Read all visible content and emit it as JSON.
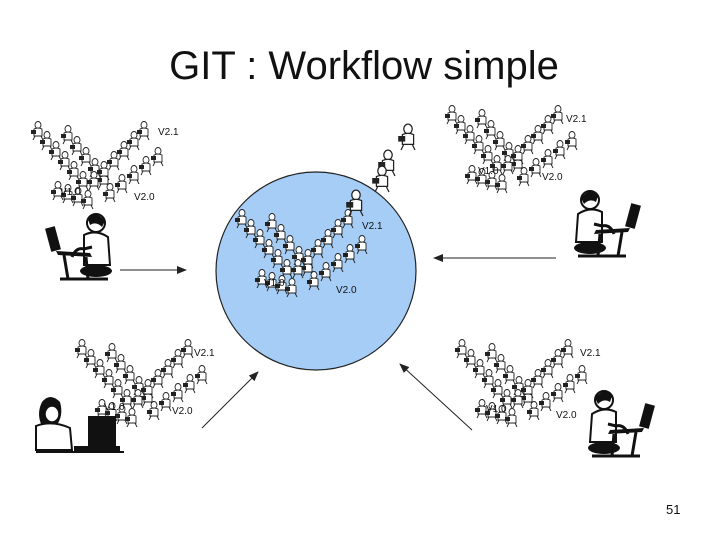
{
  "slide": {
    "title": "GIT : Workflow simple",
    "page_number": "51"
  },
  "repositories": [
    {
      "id": "top-left",
      "version_labels": [
        "V1.0",
        "V2.0",
        "V2.1"
      ]
    },
    {
      "id": "top-right",
      "version_labels": [
        "V1.0",
        "V2.0",
        "V2.1"
      ]
    },
    {
      "id": "central",
      "version_labels": [
        "V1.0",
        "V2.0",
        "V2.1"
      ]
    },
    {
      "id": "bottom-left",
      "version_labels": [
        "V1.0",
        "V2.0",
        "V2.1"
      ]
    },
    {
      "id": "bottom-right",
      "version_labels": [
        "V1.0",
        "V2.0",
        "V2.1"
      ]
    }
  ],
  "colors": {
    "central_repo_fill": "#a6cdf5",
    "central_repo_stroke": "#222222",
    "line": "#222222"
  },
  "icons": [
    "developer-icon",
    "version-node-icon",
    "arrow-icon"
  ]
}
